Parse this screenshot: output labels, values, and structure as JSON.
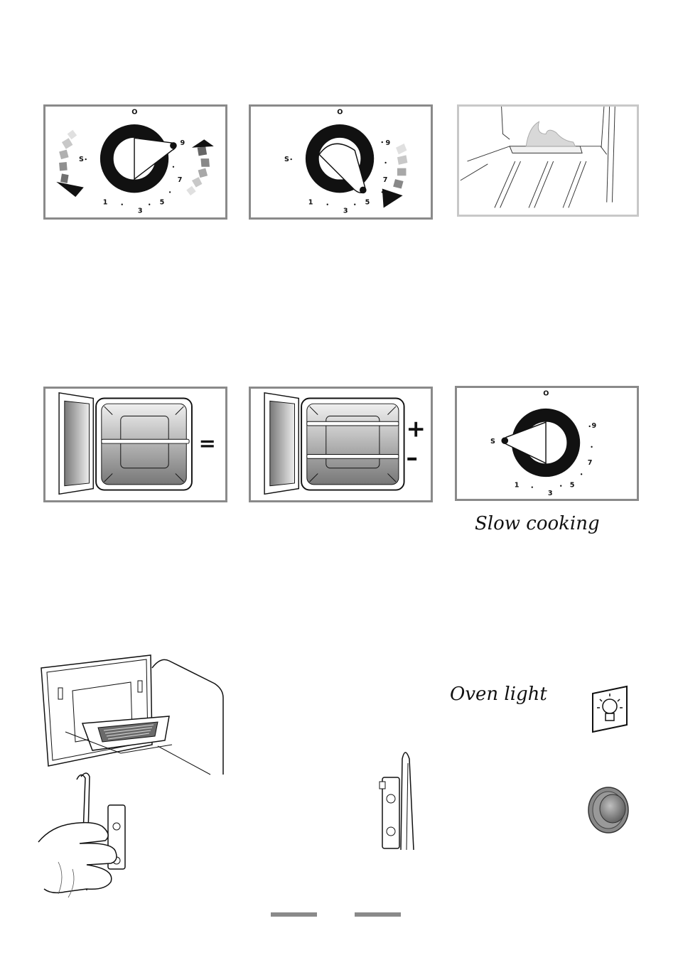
{
  "dial": {
    "off": "O",
    "slow": "S",
    "marks": [
      "1",
      "3",
      "5",
      "7",
      "9"
    ]
  },
  "shelf_signs": {
    "equal": "=",
    "plus": "+",
    "minus": "–"
  },
  "captions": {
    "slow_cooking": "Slow  cooking",
    "oven_light": "Oven  light"
  },
  "oven_light_icon": "light-bulb-icon",
  "oven_light_button": "round-push-button",
  "colors": {
    "frame": "#8a8a8a",
    "frame_light": "#c8c8c8",
    "dial": "#111111",
    "shading": "#9a9a9a"
  }
}
